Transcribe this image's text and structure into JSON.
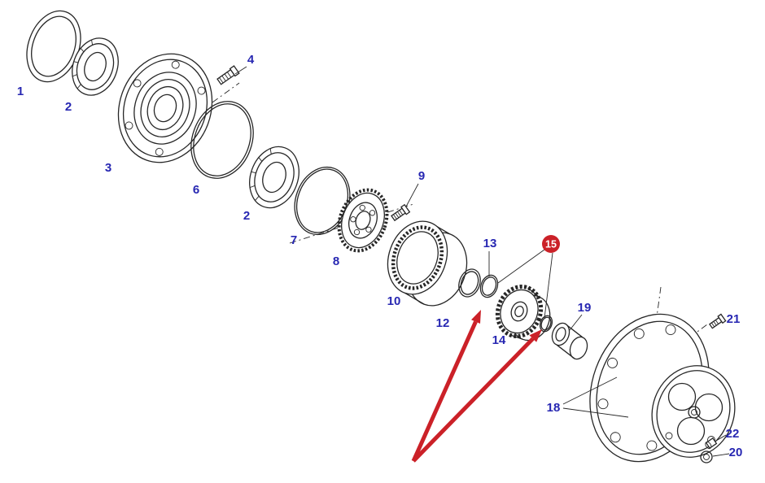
{
  "diagram": {
    "colors": {
      "background": "#ffffff",
      "line": "#262626",
      "label": "#2727b2",
      "highlight": "#cb2128",
      "badge_text": "#ffffff"
    },
    "callouts": {
      "n1": "1",
      "n2a": "2",
      "n3": "3",
      "n4": "4",
      "n6": "6",
      "n2b": "2",
      "n7": "7",
      "n8": "8",
      "n9": "9",
      "n10": "10",
      "n12": "12",
      "n13": "13",
      "n14": "14",
      "n15": "15",
      "n18": "18",
      "n19": "19",
      "n20": "20",
      "n21": "21",
      "n22": "22"
    }
  }
}
